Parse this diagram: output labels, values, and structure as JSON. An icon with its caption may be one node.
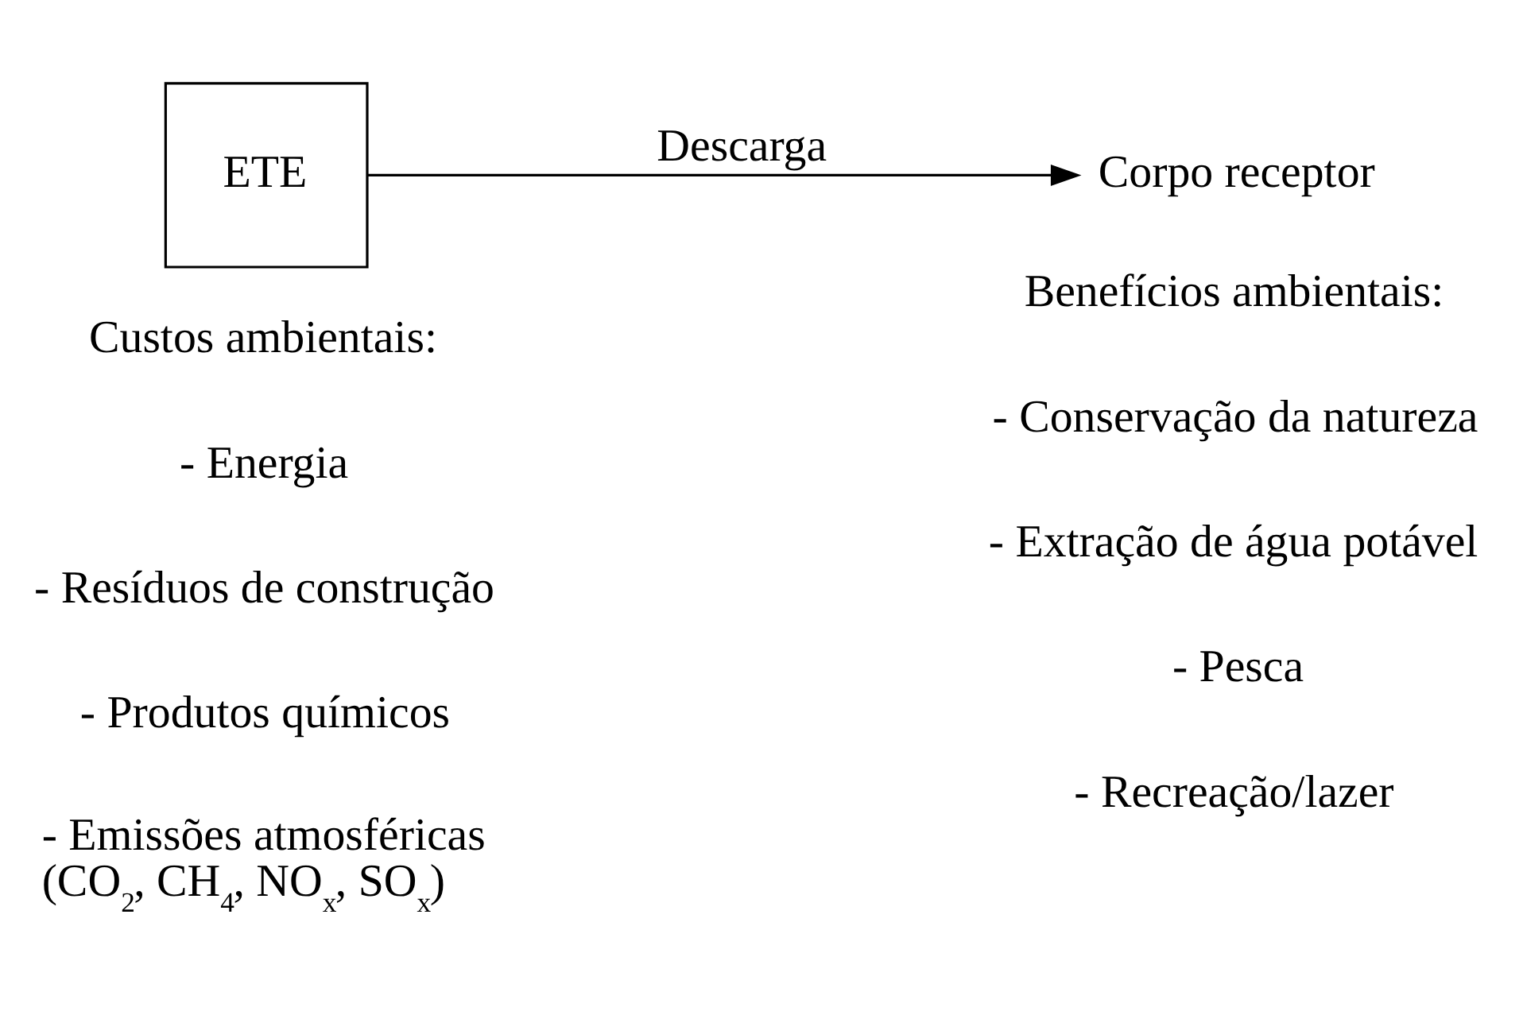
{
  "diagram": {
    "nodes": [
      {
        "text": [
          "ETE"
        ]
      },
      {
        "text": [
          "Corpo receptor"
        ]
      }
    ],
    "edges": [
      {
        "from": 0,
        "to": 1,
        "arrow": "to",
        "label": "Descarga"
      }
    ],
    "labels": [
      "Custos ambientais:",
      "- Energia",
      "- Resíduos de construção",
      "- Produtos químicos",
      "- Emissões atmosféricas (CO$_{2}$, CH$_{4}$, NO$_{x}$, SO$_{x}$)",
      "Benefícios ambientais:",
      "- Conservação da natureza",
      "- Extração de água potável",
      "- Pesca",
      "- Recreação/lazer"
    ]
  }
}
